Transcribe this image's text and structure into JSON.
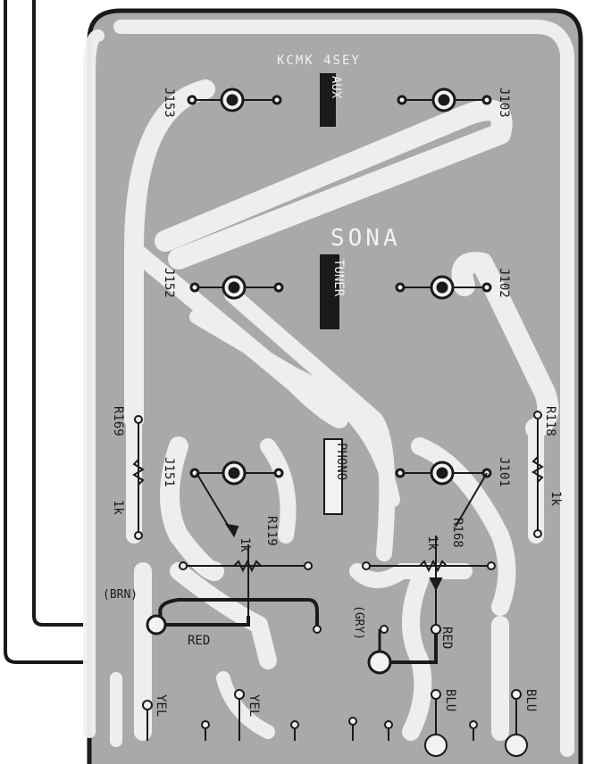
{
  "board": {
    "header_code": "KCMK 4SEY",
    "brand_mark": "SONA"
  },
  "switch_labels": {
    "aux": "AUX",
    "tuner": "TUNER",
    "phono": "PHONO"
  },
  "jacks": {
    "j153": "J153",
    "j103": "J103",
    "j152": "J152",
    "j102": "J102",
    "j151": "J151",
    "j101": "J101"
  },
  "resistors": {
    "r169": "R169",
    "r169_value": "1k",
    "r119": "R119",
    "r119_value": "1k",
    "r118": "R118",
    "r118_value": "1k",
    "r168": "R168",
    "r168_value": "1k"
  },
  "wires": {
    "brn": "(BRN)",
    "gry": "(GRY)",
    "red_left": "RED",
    "red_right": "RED",
    "yel_1": "YEL",
    "yel_2": "YEL",
    "blu_1": "BLU",
    "blu_2": "BLU"
  },
  "colors": {
    "board": "#a9a9a9",
    "trace": "#f2f2f2",
    "ink": "#1a1a1a"
  }
}
